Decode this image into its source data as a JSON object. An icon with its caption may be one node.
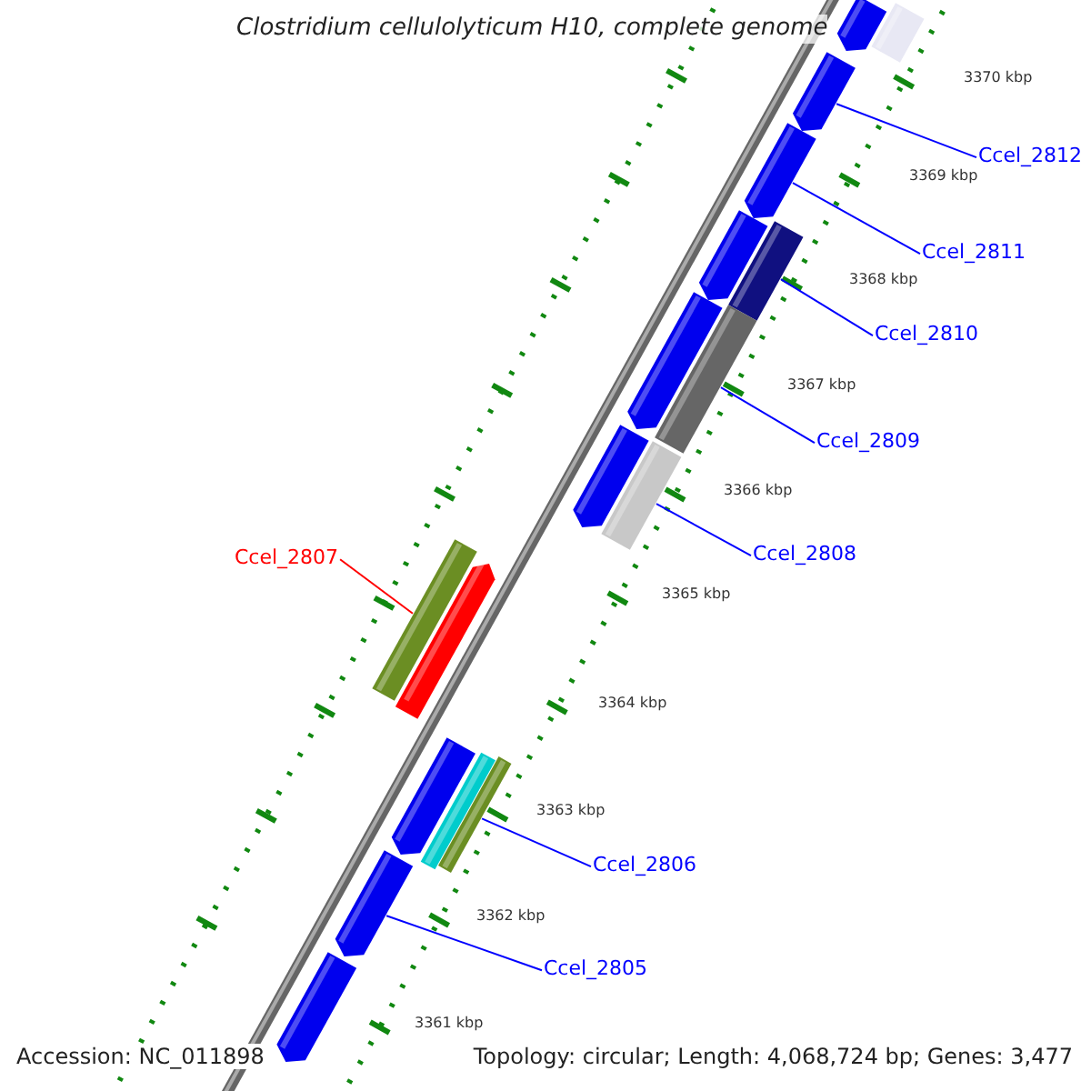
{
  "diagram": {
    "title": "Clostridium cellulolyticum H10, complete genome",
    "nodes": [
      {
        "text": [
          "Ccel_2812"
        ]
      },
      {
        "text": [
          "Ccel_2811"
        ]
      },
      {
        "text": [
          "Ccel_2810"
        ]
      },
      {
        "text": [
          "Ccel_2809"
        ]
      },
      {
        "text": [
          "Ccel_2808"
        ]
      },
      {
        "text": [
          "Ccel_2807"
        ]
      },
      {
        "text": [
          "Ccel_2806"
        ]
      },
      {
        "text": [
          "Ccel_2805"
        ]
      },
      {
        "text": [],
        "shape": "arrow"
      },
      {
        "text": [],
        "shape": "bar"
      },
      {
        "text": [],
        "shape": "arrow"
      },
      {
        "text": [],
        "shape": "arrow"
      },
      {
        "text": [],
        "shape": "arrow"
      },
      {
        "text": [],
        "shape": "bar"
      },
      {
        "text": [],
        "shape": "arrow"
      },
      {
        "text": [],
        "shape": "bar"
      },
      {
        "text": [],
        "shape": "arrow"
      },
      {
        "text": [],
        "shape": "bar"
      },
      {
        "text": [],
        "shape": "bar"
      },
      {
        "text": [],
        "shape": "arrow"
      },
      {
        "text": [],
        "shape": "arrow"
      },
      {
        "text": [],
        "shape": "bar"
      },
      {
        "text": [],
        "shape": "bar"
      },
      {
        "text": [],
        "shape": "arrow"
      },
      {
        "text": [],
        "shape": "arrow"
      }
    ],
    "edges": [
      {
        "from": 0,
        "to": 10,
        "arrow": "none"
      },
      {
        "from": 1,
        "to": 11,
        "arrow": "none"
      },
      {
        "from": 2,
        "to": 13,
        "arrow": "none"
      },
      {
        "from": 3,
        "to": 15,
        "arrow": "none"
      },
      {
        "from": 4,
        "to": 17,
        "arrow": "none"
      },
      {
        "from": 5,
        "to": 18,
        "arrow": "none",
        "color": "#ff0000"
      },
      {
        "from": 6,
        "to": 22,
        "arrow": "none"
      },
      {
        "from": 7,
        "to": 23,
        "arrow": "none"
      }
    ],
    "labels": [
      "3370 kbp",
      "3369 kbp",
      "3368 kbp",
      "3367 kbp",
      "3366 kbp",
      "3365 kbp",
      "3364 kbp",
      "3363 kbp",
      "3362 kbp",
      "3361 kbp",
      "Accession: NC_011898",
      "Topology: circular; Length: 4,068,724 bp; Genes: 3,477"
    ]
  }
}
